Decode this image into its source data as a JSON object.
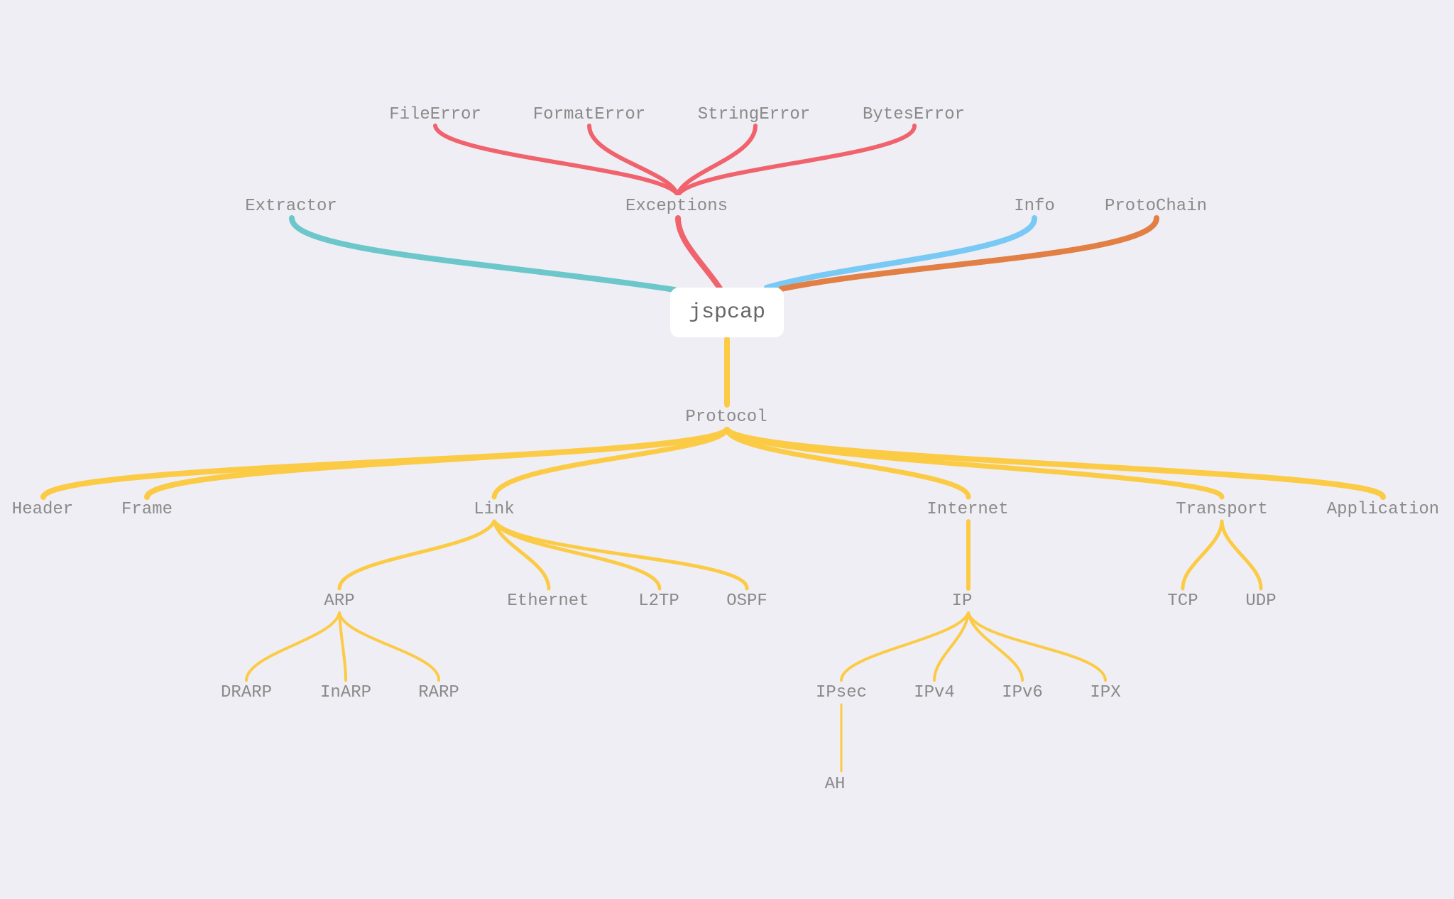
{
  "root": {
    "label": "jspcap"
  },
  "colors": {
    "background": "#efeef4",
    "exceptions": "#f0636d",
    "extractor": "#6cc7ca",
    "info": "#79c9f5",
    "protochain": "#e27f44",
    "protocol": "#fccb45"
  },
  "nodes": {
    "fileerror": "FileError",
    "formaterror": "FormatError",
    "stringerror": "StringError",
    "byteserror": "BytesError",
    "extractor": "Extractor",
    "exceptions": "Exceptions",
    "info": "Info",
    "protochain": "ProtoChain",
    "protocol": "Protocol",
    "header": "Header",
    "frame": "Frame",
    "link": "Link",
    "internet": "Internet",
    "transport": "Transport",
    "application": "Application",
    "arp": "ARP",
    "ethernet": "Ethernet",
    "l2tp": "L2TP",
    "ospf": "OSPF",
    "ip": "IP",
    "tcp": "TCP",
    "udp": "UDP",
    "drarp": "DRARP",
    "inarp": "InARP",
    "rarp": "RARP",
    "ipsec": "IPsec",
    "ipv4": "IPv4",
    "ipv6": "IPv6",
    "ipx": "IPX",
    "ah": "AH"
  }
}
